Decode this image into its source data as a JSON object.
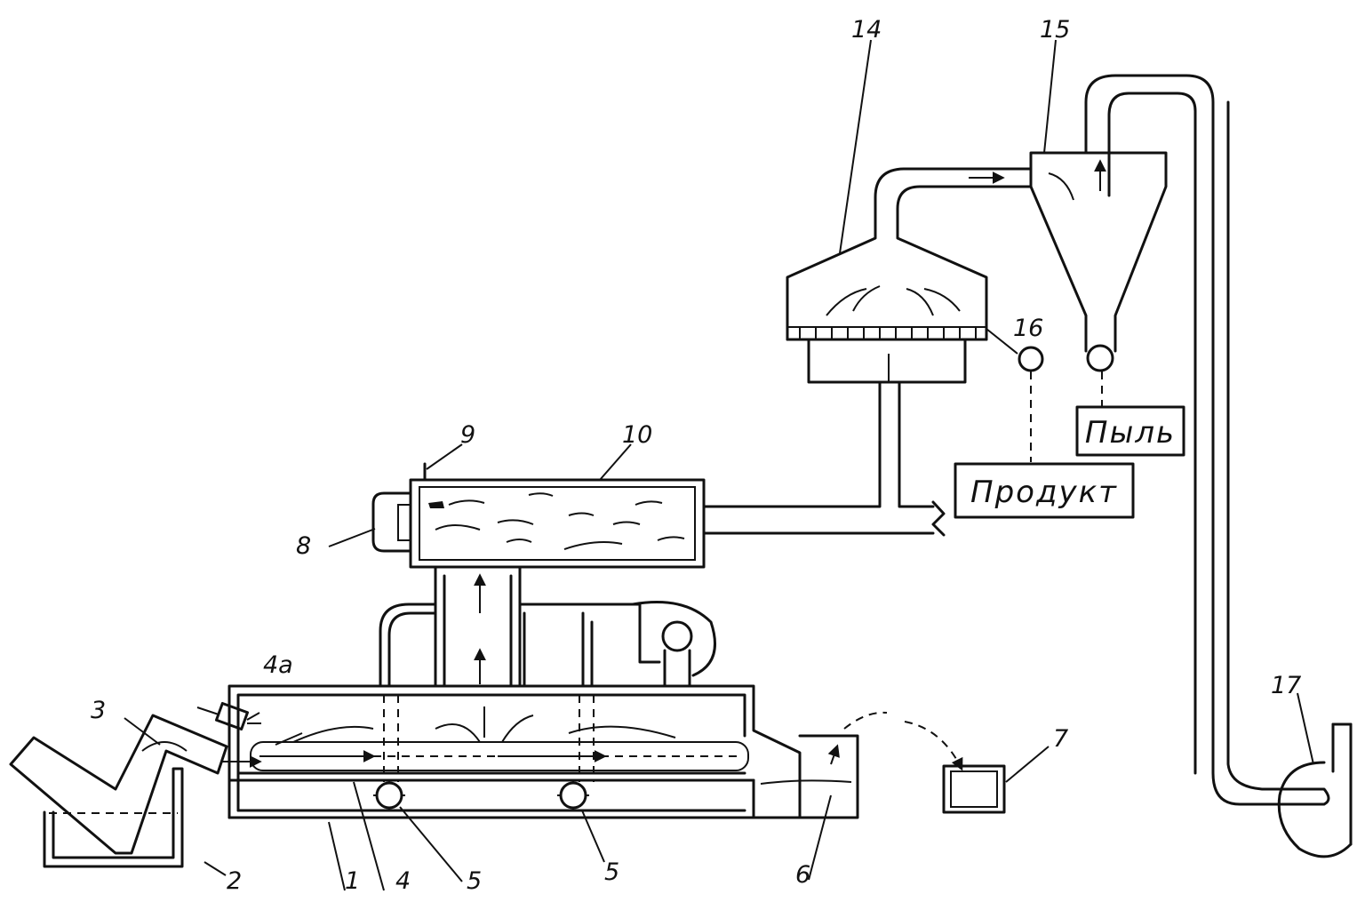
{
  "labels": {
    "n1": "1",
    "n2": "2",
    "n3": "3",
    "n4": "4",
    "n4a": "4a",
    "n5a": "5",
    "n5b": "5",
    "n6": "6",
    "n7": "7",
    "n8": "8",
    "n9": "9",
    "n10": "10",
    "n14": "14",
    "n15": "15",
    "n16": "16",
    "n17": "17"
  },
  "boxes": {
    "product": "Продукт",
    "dust": "Пыль"
  }
}
